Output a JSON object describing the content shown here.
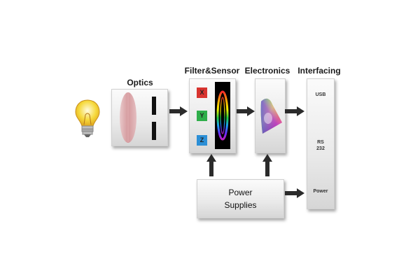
{
  "stages": {
    "optics": {
      "title": "Optics"
    },
    "filter_sensor": {
      "title": "Filter&Sensor",
      "channels": [
        "X",
        "Y",
        "Z"
      ]
    },
    "electronics": {
      "title": "Electronics"
    },
    "interfacing": {
      "title": "Interfacing",
      "ports": [
        "USB",
        "RS 232",
        "Power"
      ]
    }
  },
  "power_supplies": {
    "label_line1": "Power",
    "label_line2": "Supplies"
  },
  "colors": {
    "arrow": "#2b2b2b",
    "channel_x": "#d8342f",
    "channel_y": "#2fae4a",
    "channel_z": "#2c8fd6",
    "lens": "#d9a3a6",
    "bulb": "#f6d93c"
  },
  "icons": [
    "light-bulb-icon",
    "lens-icon",
    "spectrum-icon",
    "color-gamut-icon"
  ]
}
